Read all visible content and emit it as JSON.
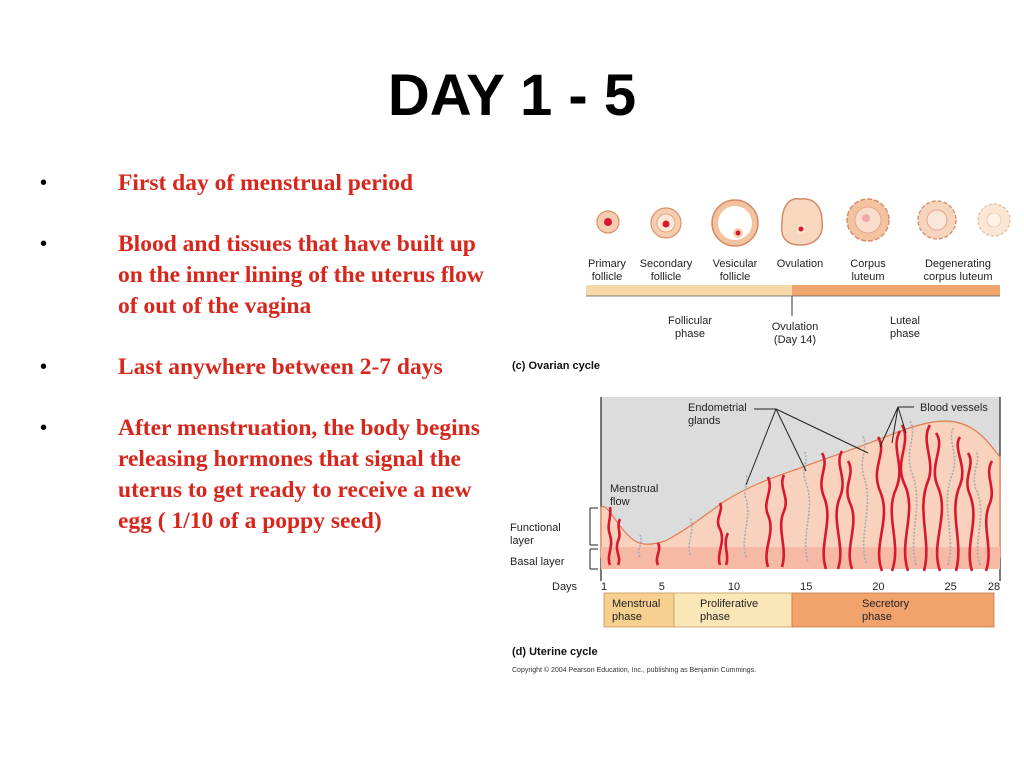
{
  "slide": {
    "title": "DAY 1 - 5",
    "bullets": [
      "First day of menstrual period",
      "Blood and tissues that have built up on the inner lining of the uterus flow of out of the vagina",
      "Last anywhere between 2-7 days",
      "After menstruation, the body begins releasing hormones that signal the uterus to get ready to receive a new egg ( 1/10 of a poppy seed)"
    ],
    "bullet_char": "•"
  },
  "figure": {
    "ovarian": {
      "stages": [
        "Primary follicle",
        "Secondary follicle",
        "Vesicular follicle",
        "Ovulation",
        "Corpus luteum",
        "Degenerating corpus luteum"
      ],
      "stage_lines": [
        [
          "Primary",
          "follicle"
        ],
        [
          "Secondary",
          "follicle"
        ],
        [
          "Vesicular",
          "follicle"
        ],
        [
          "Ovulation"
        ],
        [
          "Corpus",
          "luteum"
        ],
        [
          "Degenerating",
          "corpus luteum"
        ]
      ],
      "phase_follicular": [
        "Follicular",
        "phase"
      ],
      "phase_ovulation": [
        "Ovulation",
        "(Day 14)"
      ],
      "phase_luteal": [
        "Luteal",
        "phase"
      ],
      "caption": "(c)  Ovarian cycle"
    },
    "uterine": {
      "endometrial_glands": [
        "Endometrial",
        "glands"
      ],
      "blood_vessels": "Blood vessels",
      "menstrual_flow": [
        "Menstrual",
        "flow"
      ],
      "functional_layer": [
        "Functional",
        "layer"
      ],
      "basal_layer": "Basal layer",
      "days_label": "Days",
      "days_ticks": [
        "1",
        "5",
        "10",
        "15",
        "20",
        "25",
        "28"
      ],
      "phase_menstrual": [
        "Menstrual",
        "phase"
      ],
      "phase_proliferative": [
        "Proliferative",
        "phase"
      ],
      "phase_secretory": [
        "Secretory",
        "phase"
      ],
      "caption": "(d)  Uterine cycle",
      "copyright": "Copyright © 2004 Pearson Education, Inc., publishing as Benjamin Cummings."
    },
    "colors": {
      "follicular_bar": "#f6d9a8",
      "luteal_bar": "#f0a46e",
      "menstrual_box": "#f7d08f",
      "proliferative_box": "#fbe6b8",
      "secretory_box": "#f2a36c",
      "tissue": "#f8d2bc",
      "basal": "#f6b9a6",
      "vessel": "#d8182e",
      "background_panel": "#dcdcdc"
    }
  }
}
